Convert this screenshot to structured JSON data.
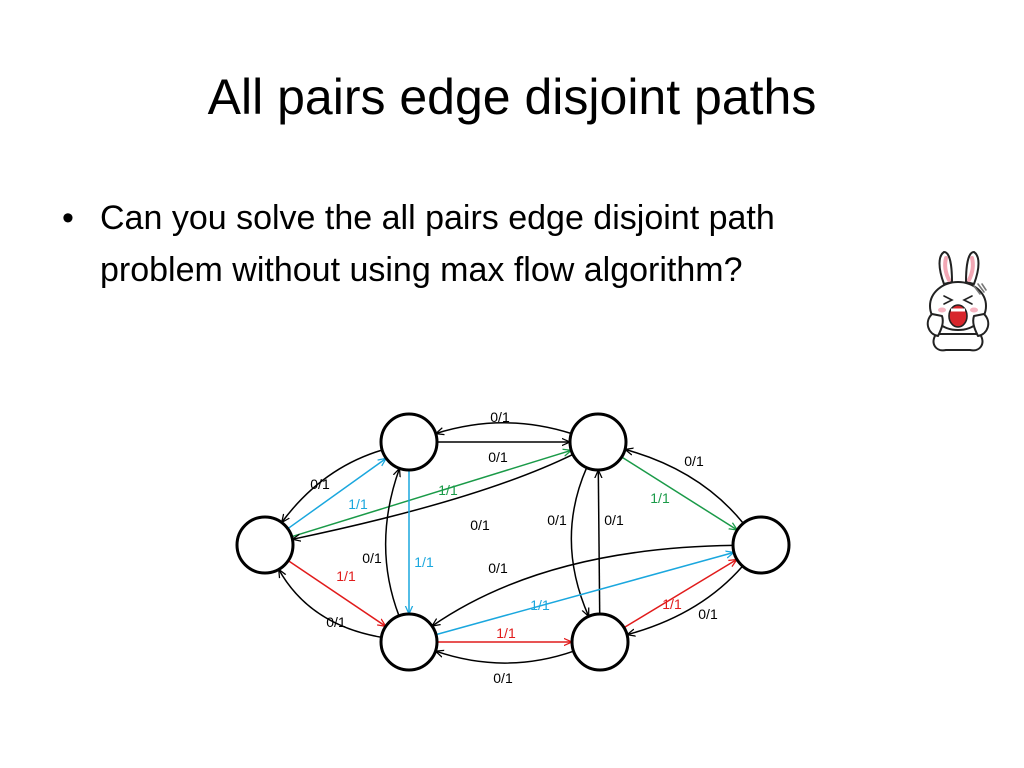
{
  "slide": {
    "title": "All pairs edge disjoint paths",
    "bullets": [
      {
        "lines": [
          "Can you solve the all pairs edge disjoint path",
          "problem without using max flow algorithm?"
        ]
      }
    ],
    "bullet_symbol": "•",
    "sticker_icon": "screaming-bunny-icon"
  },
  "colors": {
    "unused_edge": "#000000",
    "blue_path": "#1aa7de",
    "green_path": "#1a9a48",
    "red_path": "#e11b1b"
  },
  "graph": {
    "nodes": [
      {
        "id": "left"
      },
      {
        "id": "top-left"
      },
      {
        "id": "top-right"
      },
      {
        "id": "right"
      },
      {
        "id": "bottom-left"
      },
      {
        "id": "bottom-right"
      }
    ],
    "edges": [
      {
        "id": "tr-tl",
        "from": "top-right",
        "to": "top-left",
        "label": "0/1",
        "color": "black"
      },
      {
        "id": "tl-tr",
        "from": "top-left",
        "to": "top-right",
        "label": "0/1",
        "color": "black"
      },
      {
        "id": "tl-l",
        "from": "top-left",
        "to": "left",
        "label": "0/1",
        "color": "black"
      },
      {
        "id": "l-tl",
        "from": "left",
        "to": "top-left",
        "label": "1/1",
        "color": "blue"
      },
      {
        "id": "l-tr",
        "from": "left",
        "to": "top-right",
        "label": "1/1",
        "color": "green"
      },
      {
        "id": "tr-l",
        "from": "top-right",
        "to": "left",
        "label": "0/1",
        "color": "black"
      },
      {
        "id": "r-tr",
        "from": "right",
        "to": "top-right",
        "label": "0/1",
        "color": "black"
      },
      {
        "id": "tr-r",
        "from": "top-right",
        "to": "right",
        "label": "1/1",
        "color": "green"
      },
      {
        "id": "bl-tl",
        "from": "bottom-left",
        "to": "top-left",
        "label": "0/1",
        "color": "black"
      },
      {
        "id": "tl-bl",
        "from": "top-left",
        "to": "bottom-left",
        "label": "1/1",
        "color": "blue"
      },
      {
        "id": "tr-br",
        "from": "top-right",
        "to": "bottom-right",
        "label": "0/1",
        "color": "black"
      },
      {
        "id": "br-tr",
        "from": "bottom-right",
        "to": "top-right",
        "label": "0/1",
        "color": "black"
      },
      {
        "id": "l-bl",
        "from": "left",
        "to": "bottom-left",
        "label": "1/1",
        "color": "red"
      },
      {
        "id": "bl-l",
        "from": "bottom-left",
        "to": "left",
        "label": "0/1",
        "color": "black"
      },
      {
        "id": "r-bl",
        "from": "right",
        "to": "bottom-left",
        "label": "0/1",
        "color": "black"
      },
      {
        "id": "bl-r",
        "from": "bottom-left",
        "to": "right",
        "label": "1/1",
        "color": "blue"
      },
      {
        "id": "bl-br",
        "from": "bottom-left",
        "to": "bottom-right",
        "label": "1/1",
        "color": "red"
      },
      {
        "id": "br-bl",
        "from": "bottom-right",
        "to": "bottom-left",
        "label": "0/1",
        "color": "black"
      },
      {
        "id": "br-r",
        "from": "bottom-right",
        "to": "right",
        "label": "1/1",
        "color": "red"
      },
      {
        "id": "r-br",
        "from": "right",
        "to": "bottom-right",
        "label": "0/1",
        "color": "black"
      }
    ]
  }
}
